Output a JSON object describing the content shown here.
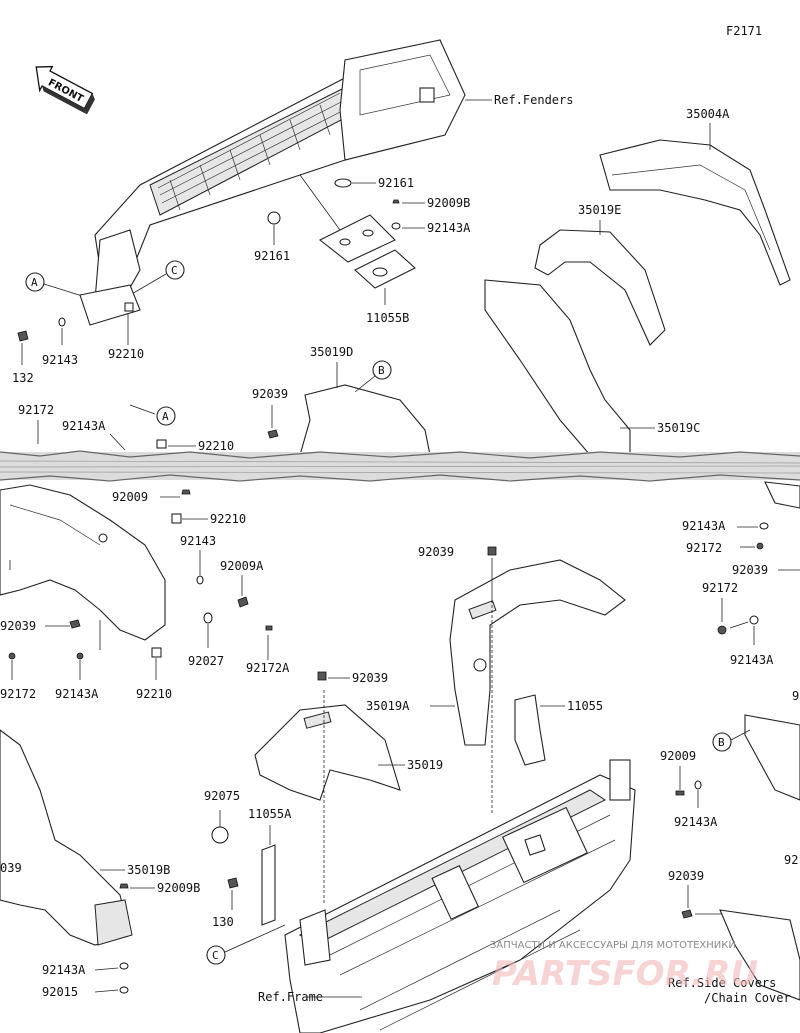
{
  "diagram": {
    "figure_code": "F2171",
    "direction": "FRONT",
    "refs": {
      "fenders": "Ref.Fenders",
      "frame": "Ref.Frame",
      "side_covers_1": "Ref.Side Covers",
      "side_covers_2": "/Chain Cover"
    },
    "callouts": {
      "a": "A",
      "b": "B",
      "c": "C"
    },
    "labels": {
      "l35004A": "35004A",
      "l35019E": "35019E",
      "l35019D": "35019D",
      "l35019C": "35019C",
      "l35019A": "35019A",
      "l35019": "35019",
      "l35019B": "35019B",
      "l92161a": "92161",
      "l92161b": "92161",
      "l92009B_top": "92009B",
      "l92143A_top": "92143A",
      "l11055B": "11055B",
      "l92143_left": "92143",
      "l92210_left": "92210",
      "l132": "132",
      "l92039_mid": "92039",
      "l92172_left": "92172",
      "l92143A_left": "92143A",
      "l92210_mid": "92210",
      "l92009": "92009",
      "l92210_b": "92210",
      "l92143_b": "92143",
      "l92009A": "92009A",
      "l92039_left": "92039",
      "l92027": "92027",
      "l92172A": "92172A",
      "l92172_bl": "92172",
      "l92143A_bl": "92143A",
      "l92210_bl": "92210",
      "l92039_top2": "92039",
      "l92039_c": "92039",
      "l11055": "11055",
      "l92075": "92075",
      "l11055A": "11055A",
      "l130": "130",
      "l039_left": "039",
      "l92009B_b": "92009B",
      "l92143A_b": "92143A",
      "l92015": "92015",
      "l92143A_r1": "92143A",
      "l92172_r1": "92172",
      "l92039_r": "92039",
      "l92172_r2": "92172",
      "l92143A_r2": "92143A",
      "l92009_r": "92009",
      "l92143A_r3": "92143A",
      "l92039_r2": "92039",
      "l92_r_cut": "92",
      "l92_r_cut2": "92"
    },
    "watermark": {
      "caption": "ЗАПЧАСТИ И АКСЕССУАРЫ ДЛЯ МОТОТЕХНИКИ",
      "logo": "PARTSFOR.RU"
    }
  }
}
